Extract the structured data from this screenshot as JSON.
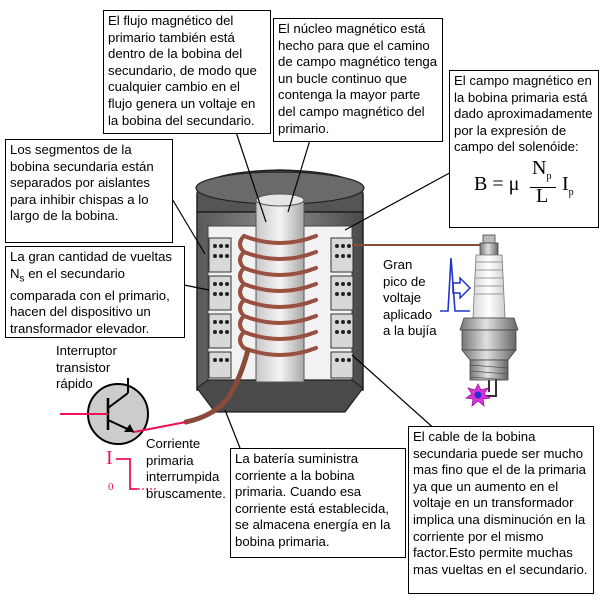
{
  "callouts": {
    "flux_secondary": "El flujo magnético del primario también está dentro de la bobina del secundario, de modo que cualquier cambio en el flujo genera un voltaje en la bobina del secundario.",
    "core_path": "El núcleo magnético está hecho para que el camino de campo magnético tenga un bucle continuo que contenga la mayor parte del campo magnético del primario.",
    "solenoid_field": "El campo magnético en la bobina primaria está dado aproximadamente por la expresión de campo del solenóide:",
    "secondary_segments": "Los segmentos de la bobina secundaria están separados por aislantes para inhibir chispas a lo largo de la bobina.",
    "turns_prefix": "La gran cantidad de vueltas N",
    "turns_sub": "s",
    "turns_suffix": " en el secundario comparada con el primario, hacen del dispositivo un transformador elevador.",
    "battery": "La batería suministra corriente a la bobina primaria. Cuando esa corriente está establecida, se almacena energía en la bobina primaria.",
    "thin_wire": "El cable de la bobina secundaria puede ser mucho mas fino que el de la primaria ya que un aumento en el voltaje en un transformador implica una disminución en la corriente por el mismo factor.Esto permite muchas mas vueltas en el secundario."
  },
  "labels": {
    "switch": "Interruptor transistor rápido",
    "current_interrupted": "Corriente primaria interrumpida bruscamente.",
    "voltage_peak": "Gran pico de voltaje aplicado a la bujía",
    "current_symbol": "I",
    "zero_label": "0"
  },
  "equation": {
    "lhs": "B = μ",
    "numerator_main": "N",
    "numerator_sub": "p",
    "denominator": "L",
    "rhs_main": "I",
    "rhs_sub": "p"
  },
  "colors": {
    "copper": "#8a4a3a",
    "coil_copper": "#9a5040",
    "pulse_blue": "#2233cc",
    "signal_red": "#ee1155",
    "spark_purple": "#cc22cc"
  }
}
